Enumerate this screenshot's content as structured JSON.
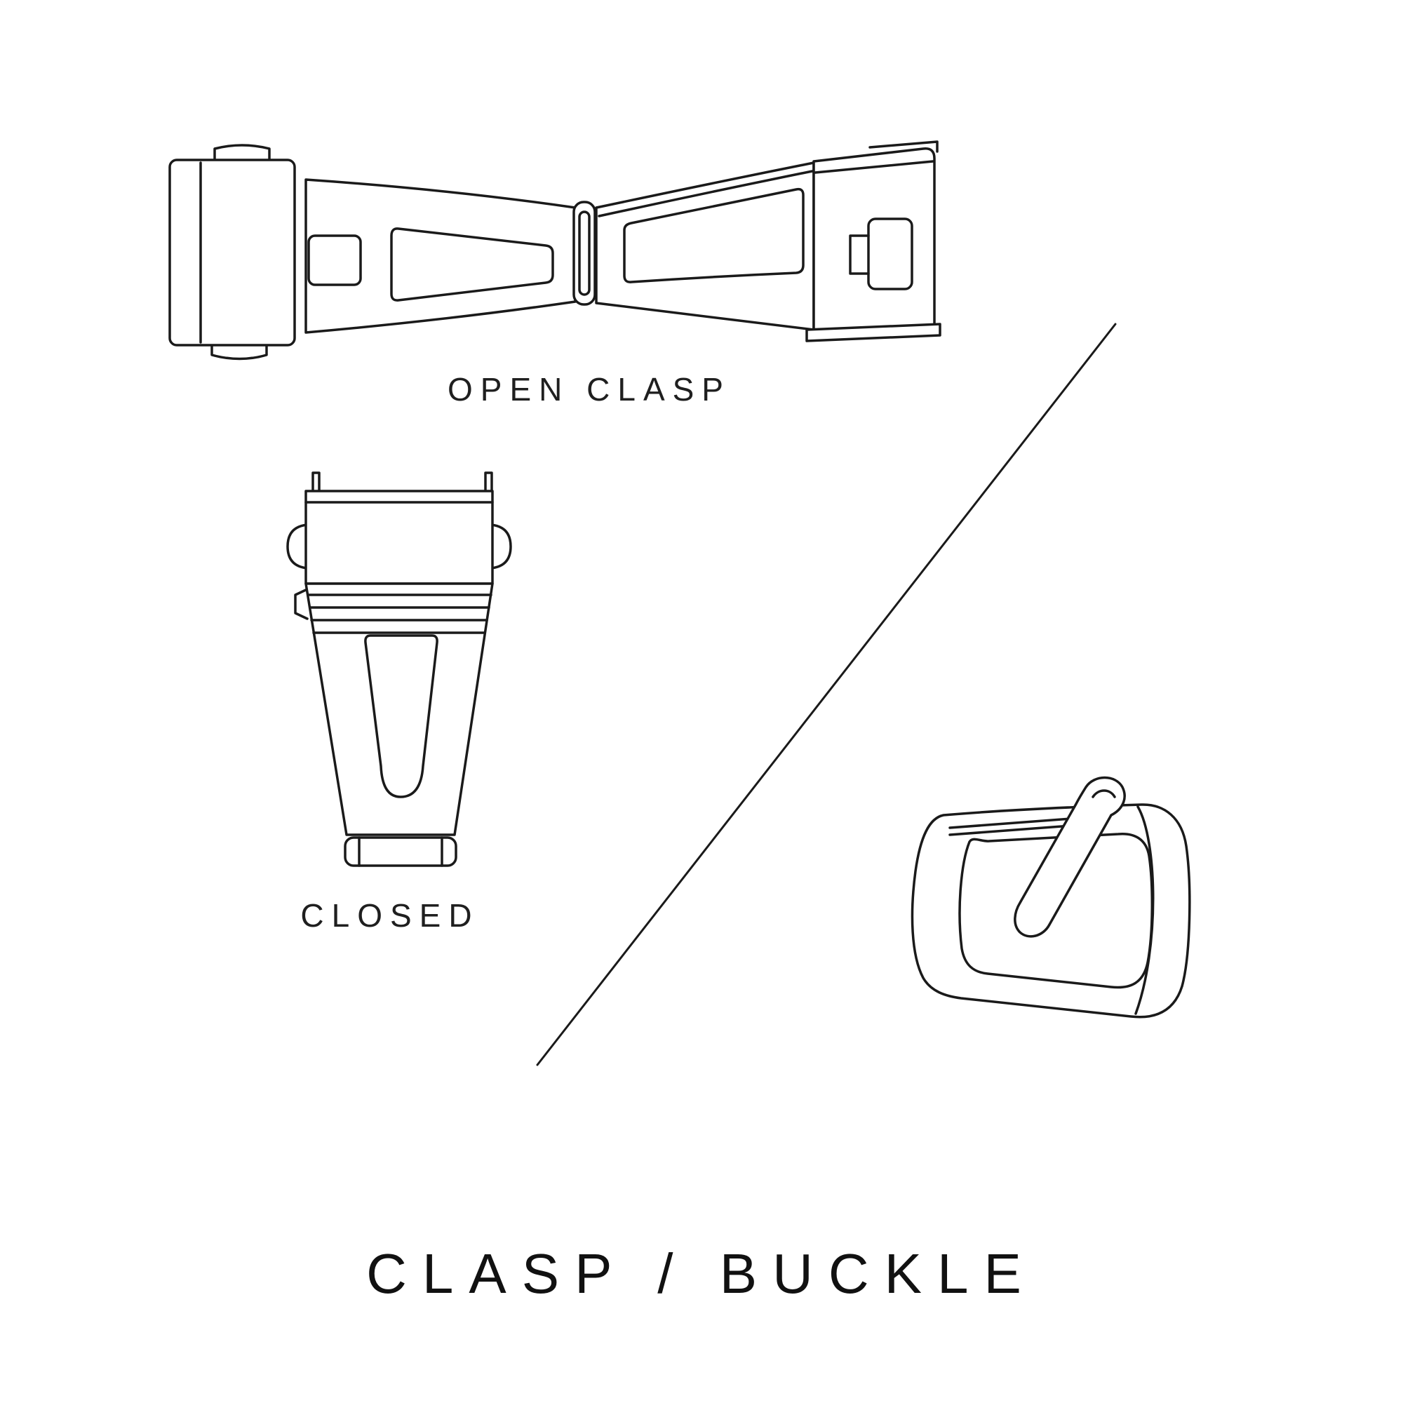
{
  "page": {
    "background_color": "#ffffff",
    "line_color": "#1a1a1a",
    "title": "CLASP / BUCKLE"
  },
  "labels": {
    "open_clasp": "OPEN CLASP",
    "closed": "CLOSED"
  },
  "illustrations": {
    "open_clasp": "open-clasp-illustration",
    "closed_clasp": "closed-clasp-illustration",
    "buckle": "buckle-illustration",
    "divider": "diagonal-divider-line"
  }
}
